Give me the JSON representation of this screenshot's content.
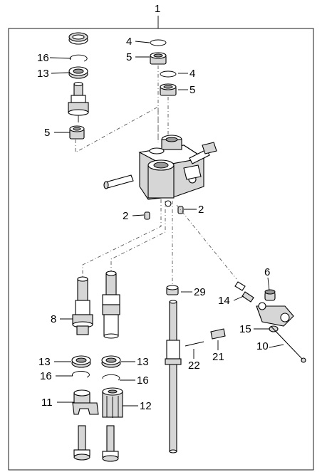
{
  "diagram": {
    "assembly_label": "1",
    "callouts": {
      "c2a": "2",
      "c2b": "2",
      "c4a": "4",
      "c4b": "4",
      "c5a": "5",
      "c5b": "5",
      "c5c": "5",
      "c6": "6",
      "c8": "8",
      "c10": "10",
      "c11": "11",
      "c12": "12",
      "c13a": "13",
      "c13b": "13",
      "c13c": "13",
      "c14": "14",
      "c15": "15",
      "c16a": "16",
      "c16b": "16",
      "c16c": "16",
      "c21": "21",
      "c22": "22",
      "c29": "29"
    }
  }
}
